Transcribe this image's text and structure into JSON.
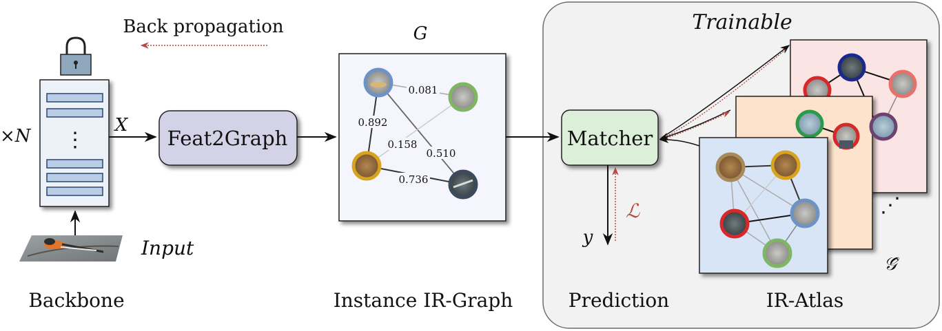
{
  "labels": {
    "back_propagation": "Back propagation",
    "graph_symbol": "G",
    "trainable": "Trainable",
    "times_n": "×N",
    "x_symbol": "X",
    "feat2graph": "Feat2Graph",
    "matcher": "Matcher",
    "y_symbol": "y",
    "loss_symbol": "ℒ",
    "input": "Input",
    "ellipsis_vertical": "⋮",
    "ellipsis_diag": "⋰",
    "atlas_symbol": "𝒢̂",
    "backbone": "Backbone",
    "instance_ir_graph": "Instance IR-Graph",
    "prediction": "Prediction",
    "ir_atlas": "IR-Atlas"
  },
  "edge_weights": {
    "e_top": "0.081",
    "e_left": "0.892",
    "e_mid": "0.158",
    "e_diag": "0.510",
    "e_bottom": "0.736"
  },
  "colors": {
    "trainable_bg": "#f2f2f2",
    "feat2graph_fill": "#d4d2e6",
    "matcher_fill": "#dcefd8",
    "backbone_fill": "#edf2f8",
    "backbone_bar": "#b9cde4",
    "graph_panel": "#f5f5fd",
    "atlas_back": "#fbe4e4",
    "atlas_mid": "#fde3cc",
    "atlas_front": "#d8e5f6",
    "backprop_arrow": "#b5483c",
    "node_blue": "#6d93c6",
    "node_green": "#7fb663",
    "node_orange": "#d8a31f",
    "node_slate": "#3b4b5c",
    "node_red": "#d7282a",
    "node_navy": "#1a2a8c",
    "node_salmon": "#e7716b",
    "node_purple": "#6e4270"
  }
}
